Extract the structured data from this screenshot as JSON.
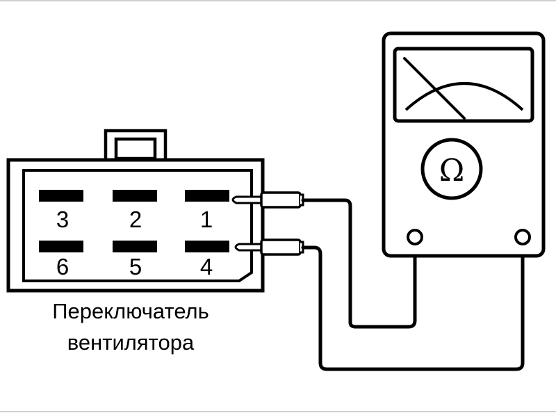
{
  "connector": {
    "pins": [
      {
        "number": "3"
      },
      {
        "number": "2"
      },
      {
        "number": "1"
      },
      {
        "number": "6"
      },
      {
        "number": "5"
      },
      {
        "number": "4"
      }
    ],
    "caption_line1": "Переключатель",
    "caption_line2": "вентилятора"
  },
  "meter": {
    "unit_symbol": "Ω"
  },
  "colors": {
    "ink": "#000000",
    "background": "#ffffff",
    "frame": "#cfcfcf"
  }
}
